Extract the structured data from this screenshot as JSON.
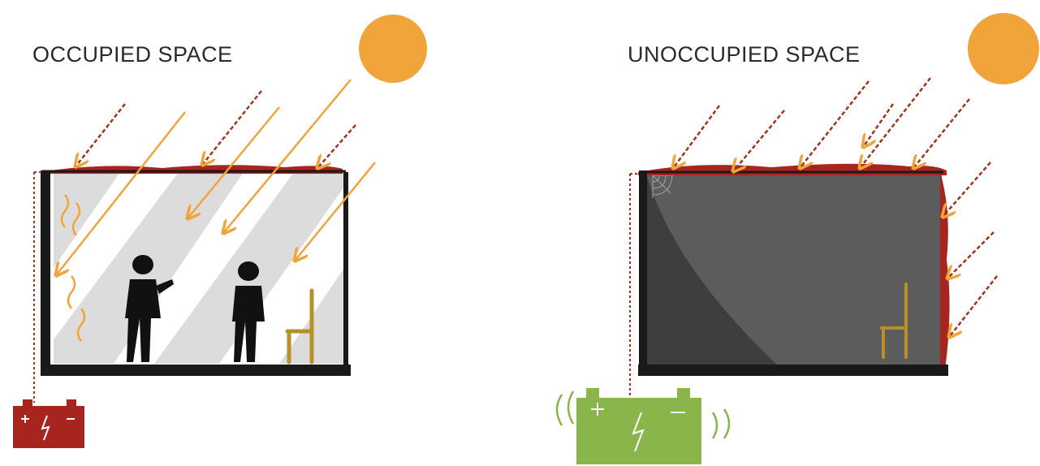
{
  "panels": [
    {
      "title": "OCCUPIED SPACE",
      "state": "occupied",
      "battery_color": "#a8241f",
      "battery_state": "discharging"
    },
    {
      "title": "UNOCCUPIED SPACE",
      "state": "unoccupied",
      "battery_color": "#8ab54a",
      "battery_state": "charging"
    }
  ],
  "colors": {
    "sun": "#f0a43a",
    "ray": "#f0a43a",
    "ray_dashed": "#a0351c",
    "pv_surface": "#a8241f",
    "frame": "#1a1a1a",
    "room_bright": "#dcdcdc",
    "room_dark": "#5c5c5c",
    "chair": "#b8902a"
  },
  "icons": [
    "sun-icon",
    "person-icon",
    "chair-icon",
    "battery-icon",
    "heat-wave-icon",
    "cobweb-icon"
  ]
}
